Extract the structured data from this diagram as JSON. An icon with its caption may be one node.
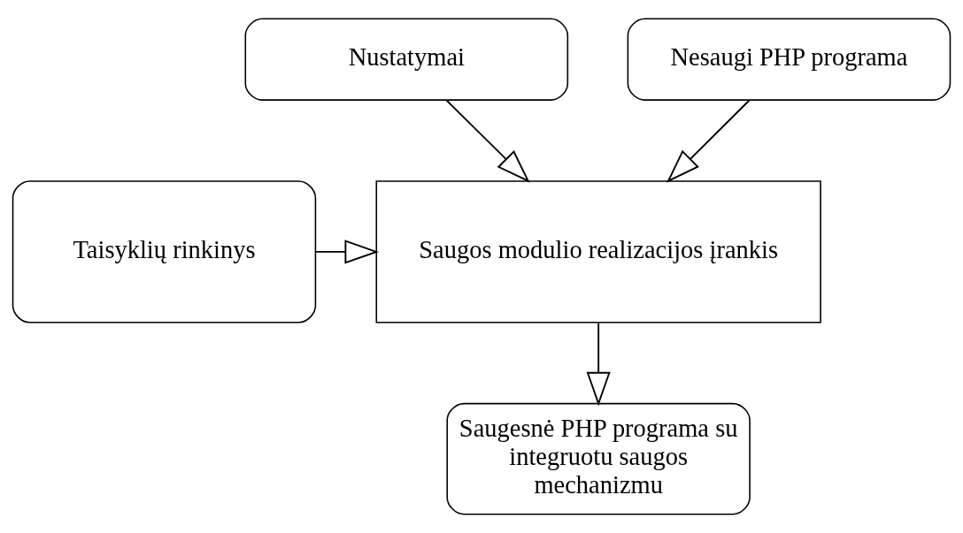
{
  "diagram": {
    "nodes": [
      {
        "text": [
          "Nustatymai"
        ]
      },
      {
        "text": [
          "Nesaugi PHP programa"
        ]
      },
      {
        "text": [
          "Saugos modulio realizacijos įrankis"
        ]
      },
      {
        "text": [
          "Taisyklių rinkinys"
        ]
      },
      {
        "text": [
          "Saugesnė PHP programa su integruotu saugos mechanizmu"
        ]
      }
    ],
    "edges": [
      {
        "from": 0,
        "to": 2,
        "arrow": "to"
      },
      {
        "from": 1,
        "to": 2,
        "arrow": "to"
      },
      {
        "from": 3,
        "to": 2,
        "arrow": "to"
      },
      {
        "from": 2,
        "to": 4,
        "arrow": "to"
      }
    ]
  }
}
